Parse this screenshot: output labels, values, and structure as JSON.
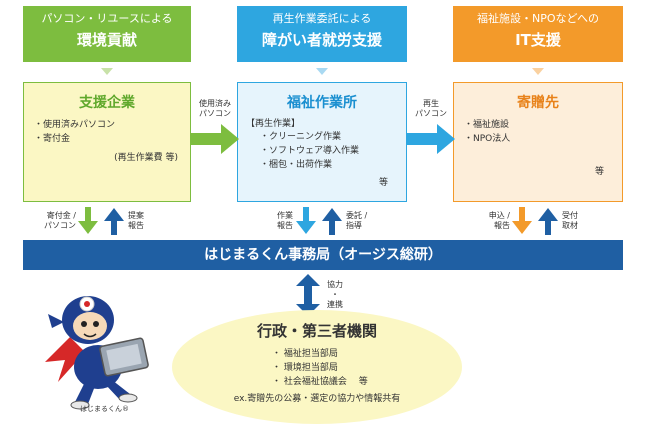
{
  "headers": [
    {
      "line1": "パソコン・リユースによる",
      "line2": "環境貢献",
      "color": "#7dbd3f"
    },
    {
      "line1": "再生作業委託による",
      "line2": "障がい者就労支援",
      "color": "#2ea6e0"
    },
    {
      "line1": "福祉施設・NPOなどへの",
      "line2": "IT支援",
      "color": "#f39a2a"
    }
  ],
  "boxes": {
    "left": {
      "title": "支援企業",
      "items": [
        "・使用済みパソコン",
        "・寄付金"
      ],
      "note": "(再生作業費 等)",
      "color": "#7dbd3f"
    },
    "middle": {
      "title": "福祉作業所",
      "subtitle": "【再生作業】",
      "items": [
        "・クリーニング作業",
        "・ソフトウェア導入作業",
        "・梱包・出荷作業"
      ],
      "note": "等",
      "color": "#2ea6e0"
    },
    "right": {
      "title": "寄贈先",
      "items": [
        "・福祉施設",
        "・NPO法人"
      ],
      "note": "等",
      "color": "#f39a2a"
    }
  },
  "flow_arrows": {
    "left_to_middle": {
      "line1": "使用済み",
      "line2": "パソコン"
    },
    "middle_to_right": {
      "line1": "再生",
      "line2": "パソコン"
    }
  },
  "vertical_labels": {
    "left_down": {
      "line1": "寄付金 /",
      "line2": "パソコン"
    },
    "left_up": {
      "line1": "提案",
      "line2": "報告"
    },
    "mid_down": {
      "line1": "作業",
      "line2": "報告"
    },
    "mid_up": {
      "line1": "委託 /",
      "line2": "指導"
    },
    "right_down": {
      "line1": "申込 /",
      "line2": "報告"
    },
    "right_up": {
      "line1": "受付",
      "line2": "取材"
    }
  },
  "bar": {
    "label": "はじまるくん事務局（オージス総研）",
    "color": "#1f5fa3"
  },
  "coop": {
    "line1": "協力",
    "line2": "・",
    "line3": "連携"
  },
  "admin": {
    "title": "行政・第三者機関",
    "items": [
      "・ 福祉担当部局",
      "・ 環境担当部局",
      "・ 社会福祉協議会　 等"
    ],
    "footer": "ex.寄贈先の公募・選定の協力や情報共有",
    "color": "#fbf7c4"
  },
  "mascot": {
    "caption": "はじまるくん®"
  }
}
